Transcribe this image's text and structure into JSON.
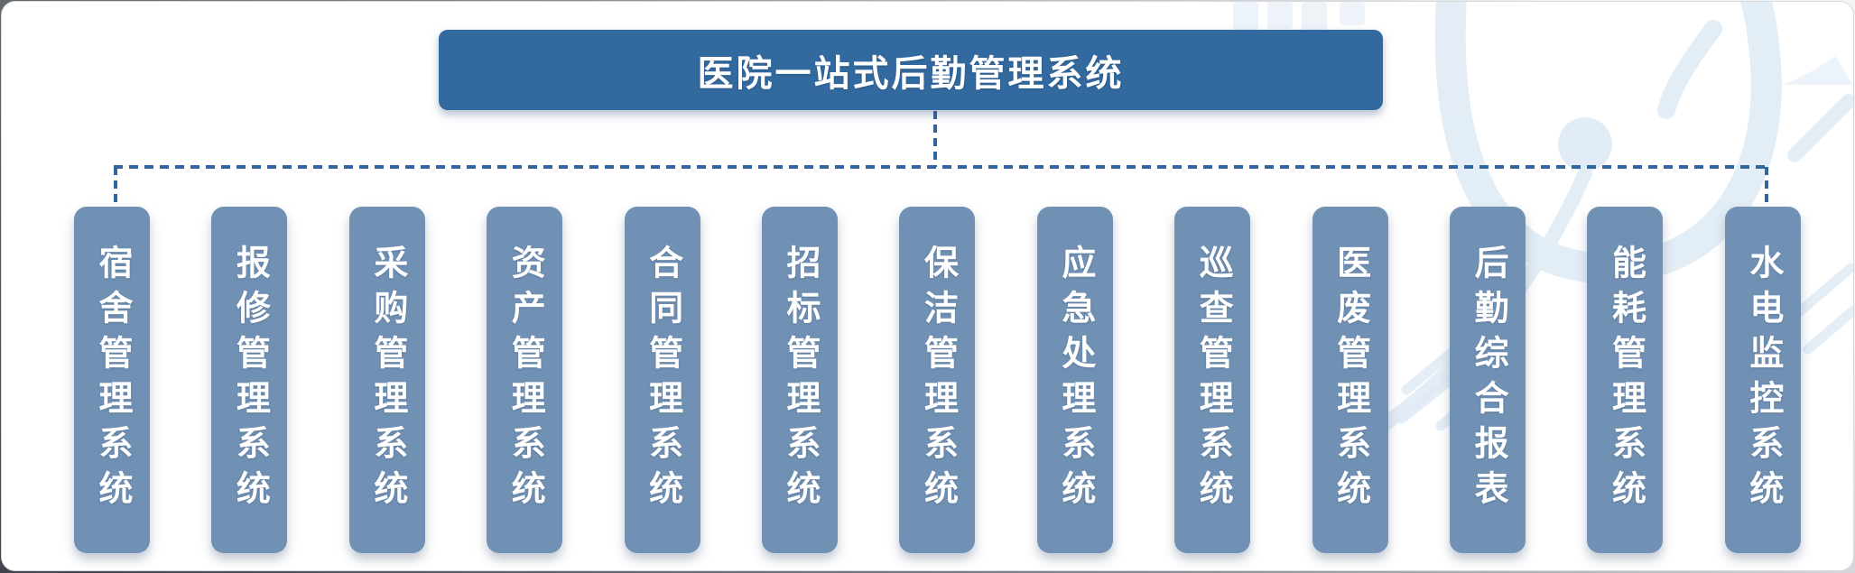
{
  "diagram": {
    "title": "医院一站式后勤管理系统",
    "subsystems": [
      "宿舍管理系统",
      "报修管理系统",
      "采购管理系统",
      "资产管理系统",
      "合同管理系统",
      "招标管理系统",
      "保洁管理系统",
      "应急处理系统",
      "巡查管理系统",
      "医废管理系统",
      "后勤综合报表",
      "能耗管理系统",
      "水电监控系统"
    ],
    "colors": {
      "root_box": "#32699f",
      "subsystem_box": "#7090b4",
      "connector": "#30659e",
      "label_text": "#ffffff",
      "card_background": "#ffffff",
      "card_border": "#d6d9dd",
      "watermark": "#dfeaf5"
    }
  }
}
